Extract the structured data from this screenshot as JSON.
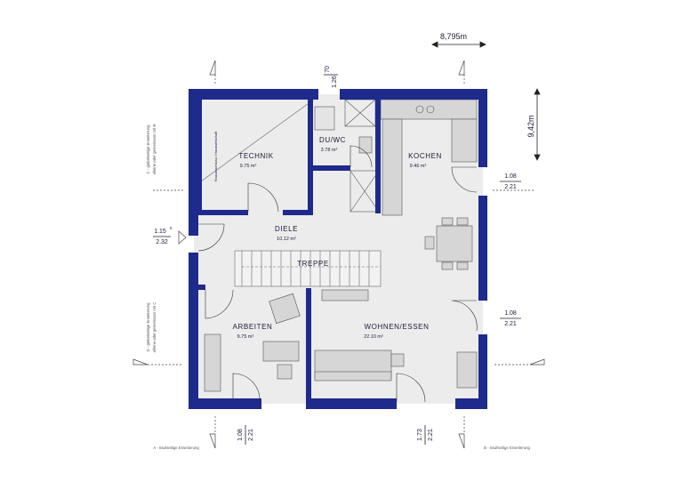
{
  "colors": {
    "wall": "#1e2a8c",
    "fill": "#ececec",
    "furniture": "#d6d6d6",
    "line": "#444444"
  },
  "dimensions": {
    "width_total": "8,795m",
    "height_total": "9,42m",
    "top_opening_a": "70",
    "top_opening_b": "1.26",
    "left_opening_a": "1.15",
    "left_opening_sup": "5",
    "left_opening_b": "2.32",
    "right_upper_a": "1.08",
    "right_upper_b": "2.21",
    "right_lower_a": "1.08",
    "right_lower_b": "2.21",
    "bottom_left_a": "1.08",
    "bottom_left_b": "2.21",
    "bottom_right_a": "1.73",
    "bottom_right_b": "2.21"
  },
  "rooms": [
    {
      "name": "TECHNIK",
      "area": "9.75 m²"
    },
    {
      "name": "DU/WC",
      "area": "3.78 m²"
    },
    {
      "name": "KOCHEN",
      "area": "9.46 m²"
    },
    {
      "name": "DIELE",
      "area": "10.12 m²"
    },
    {
      "name": "TREPPE",
      "area": ""
    },
    {
      "name": "ARBEITEN",
      "area": "9.75 m²"
    },
    {
      "name": "WOHNEN/ESSEN",
      "area": "22.10 m²"
    }
  ],
  "notes": {
    "technik_wall": "Hausanschluss / Hauswirtschaft",
    "left_upper_a": "C - giebelseitige Erweiterung",
    "left_upper_b": "alleine oder gemeinsam mit B",
    "left_lower_a": "D - giebelseitige Erweiterung",
    "left_lower_b": "alleine oder gemeinsam mit C",
    "bottom_left": "A - traufseitige Erweiterung",
    "bottom_right": "B - traufseitige Erweiterung"
  }
}
